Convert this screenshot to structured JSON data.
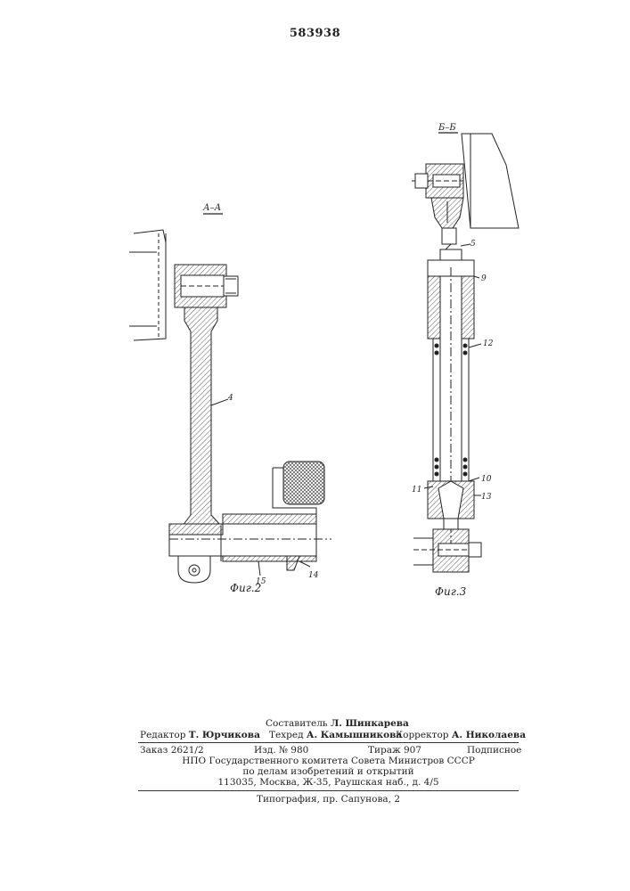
{
  "patent_number": "583938",
  "figures": {
    "section_a": "А–А",
    "section_b": "Б–Б",
    "fig2_caption": "Фиг.2",
    "fig3_caption": "Фиг.3",
    "fig2_labels": {
      "part4": "4",
      "part14": "14",
      "part15": "15"
    },
    "fig3_labels": {
      "part5": "5",
      "part9": "9",
      "part12": "12",
      "part10": "10",
      "part11": "11",
      "part13": "13"
    }
  },
  "footer": {
    "compiler_label": "Составитель",
    "compiler_name": "Л. Шинкарева",
    "editor_label": "Редактор",
    "editor_name": "Т. Юрчикова",
    "techred_label": "Техред",
    "techred_name": "А. Камышникова",
    "corrector_label": "Корректор",
    "corrector_name": "А. Николаева",
    "order": "Заказ 2621/2",
    "edition": "Изд. № 980",
    "print_run": "Тираж 907",
    "subscription": "Подписное",
    "org_line1": "НПО Государственного комитета Совета Министров СССР",
    "org_line2": "по делам изобретений и открытий",
    "address": "113035, Москва, Ж-35, Раушская наб., д. 4/5",
    "printer": "Типография, пр. Сапунова, 2"
  }
}
